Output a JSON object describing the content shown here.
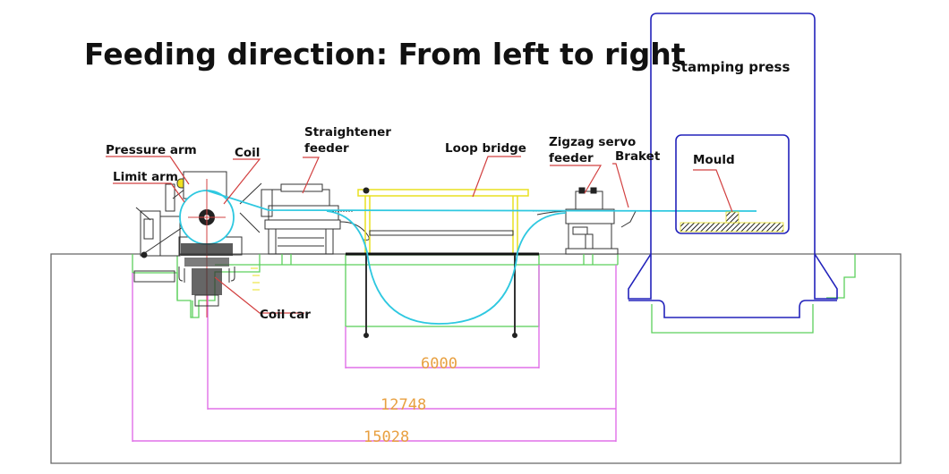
{
  "title": "Feeding direction: From left to right",
  "labels": {
    "pressure_arm": "Pressure arm",
    "limit_arm": "Limit arm",
    "coil": "Coil",
    "straightener_line1": "Straightener",
    "straightener_line2": "feeder",
    "loop_bridge": "Loop bridge",
    "zigzag_line1": "Zigzag servo",
    "zigzag_line2": "feeder",
    "braket": "Braket",
    "stamping_press": "Stamping press",
    "mould": "Mould",
    "coil_car": "Coil car"
  },
  "dimensions": {
    "loop_length": "6000",
    "coil_center_to_press": "12748",
    "overall_length": "15028"
  },
  "colors": {
    "material_strip": "#2ec8e0",
    "press_outline": "#2222bb",
    "foundation_pit": "#5cd05c",
    "dimension_line": "#e070e8",
    "dimension_text": "#e8a040",
    "leader_line": "#d24040",
    "loop_bridge": "#e8e020"
  }
}
